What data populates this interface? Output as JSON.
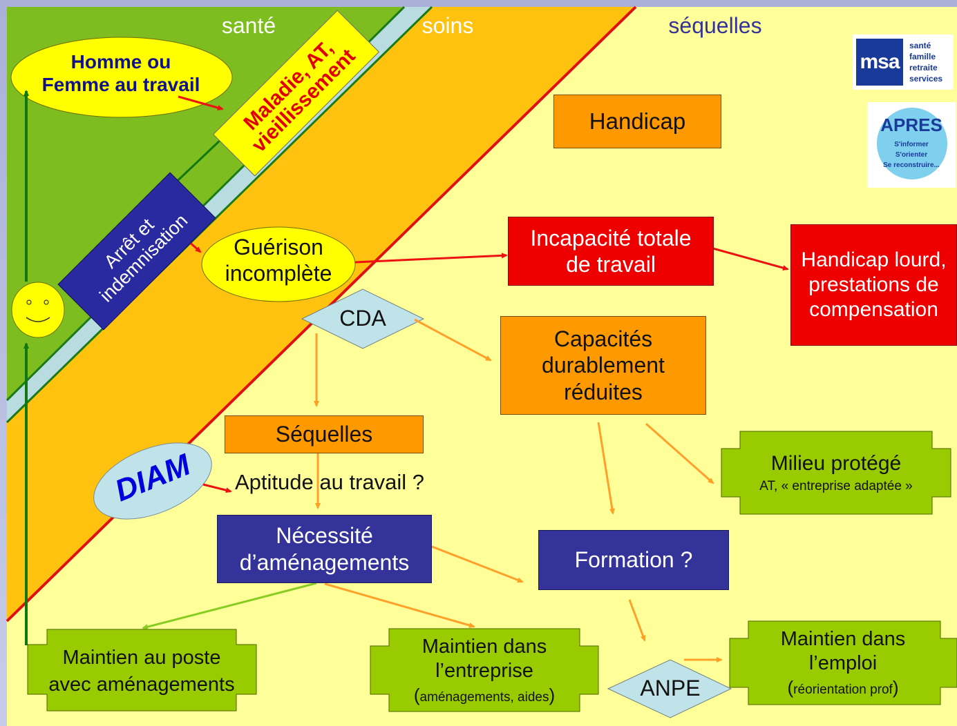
{
  "zones": {
    "sante": "santé",
    "soins": "soins",
    "sequelles": "séquelles"
  },
  "logos": {
    "msa": {
      "letters": "msa",
      "line1": "santé",
      "line2": "famille",
      "line3": "retraite",
      "line4": "services"
    },
    "apres": {
      "title": "APRES",
      "line1": "S'informer",
      "line2": "S'orienter",
      "line3": "Se reconstruire..."
    }
  },
  "nodes": {
    "homme": {
      "line1": "Homme ou",
      "line2": "Femme au travail"
    },
    "maladie": {
      "line1": "Maladie, AT,",
      "line2": "vieillissement"
    },
    "arret": {
      "line1": "Arrêt et",
      "line2": "indemnisation"
    },
    "guerison": {
      "line1": "Guérison",
      "line2": "incomplète"
    },
    "cda": "CDA",
    "handicap": "Handicap",
    "incapacite": {
      "line1": "Incapacité totale",
      "line2": "de travail"
    },
    "handicap_lourd": {
      "line1": "Handicap lourd,",
      "line2": "prestations de",
      "line3": "compensation"
    },
    "capacites": {
      "line1": "Capacités",
      "line2": "durablement",
      "line3": "réduites"
    },
    "sequelles": "Séquelles",
    "diam": "DIAM",
    "aptitude": "Aptitude au travail ?",
    "necessite": {
      "line1": "Nécessité",
      "line2": "d’aménagements"
    },
    "milieu": {
      "title": "Milieu protégé",
      "sub": "AT, « entreprise adaptée »"
    },
    "formation": "Formation ?",
    "maintien_poste": {
      "line1": "Maintien au poste",
      "line2": "avec aménagements"
    },
    "maintien_entreprise": {
      "line1": "Maintien dans",
      "line2": "l’entreprise",
      "sub_open": "(",
      "sub": "aménagements, aides",
      "sub_close": ")"
    },
    "anpe": "ANPE",
    "maintien_emploi": {
      "line1": "Maintien dans",
      "line2": "l’emploi",
      "sub_open": "(",
      "sub": "réorientation prof",
      "sub_close": ")"
    }
  },
  "colors": {
    "sante_zone": "#7dbd1f",
    "arret_band": "#b8dce0",
    "soins_zone": "#ffc20e",
    "sequelles_zone": "#ffff99",
    "orange": "#ff9900",
    "red": "#ee0000",
    "navy": "#333399",
    "green_box": "#99cc00",
    "yellow": "#ffff00",
    "orange_arrow": "#ffa02a",
    "red_arrow": "#ee1111",
    "green_arrow": "#117711"
  }
}
